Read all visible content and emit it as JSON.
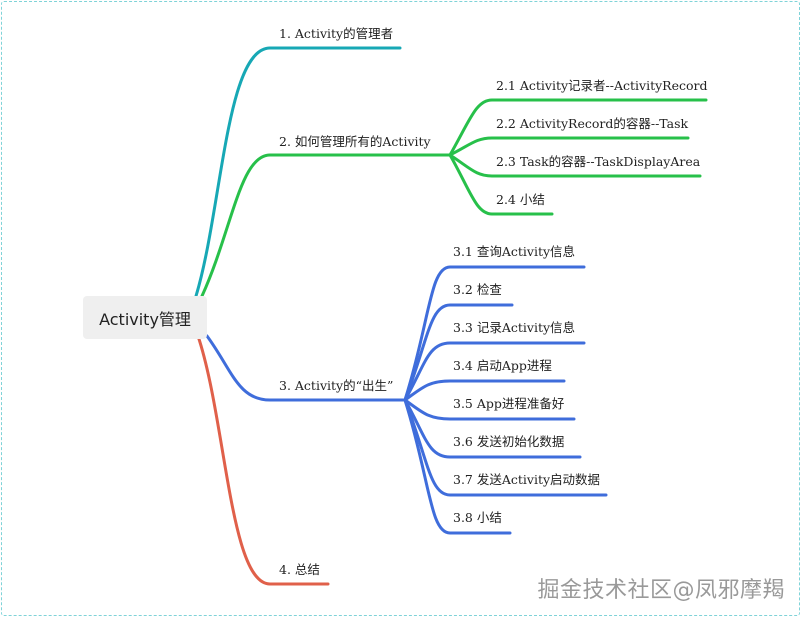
{
  "root": {
    "label": "Activity管理"
  },
  "colors": {
    "teal": "#17a8b5",
    "green": "#27c04a",
    "blue": "#3f6ddb",
    "red": "#e0604a"
  },
  "branches": {
    "b1": {
      "label": "1. Activity的管理者"
    },
    "b2": {
      "label": "2. 如何管理所有的Activity",
      "children": [
        "2.1 Activity记录者--ActivityRecord",
        "2.2 ActivityRecord的容器--Task",
        "2.3 Task的容器--TaskDisplayArea",
        "2.4 小结"
      ]
    },
    "b3": {
      "label": "3. Activity的“出生”",
      "children": [
        "3.1 查询Activity信息",
        "3.2 检查",
        "3.3 记录Activity信息",
        "3.4 启动App进程",
        "3.5 App进程准备好",
        "3.6 发送初始化数据",
        "3.7 发送Activity启动数据",
        "3.8 小结"
      ]
    },
    "b4": {
      "label": "4. 总结"
    }
  },
  "watermark": "掘金技术社区@凤邪摩羯"
}
